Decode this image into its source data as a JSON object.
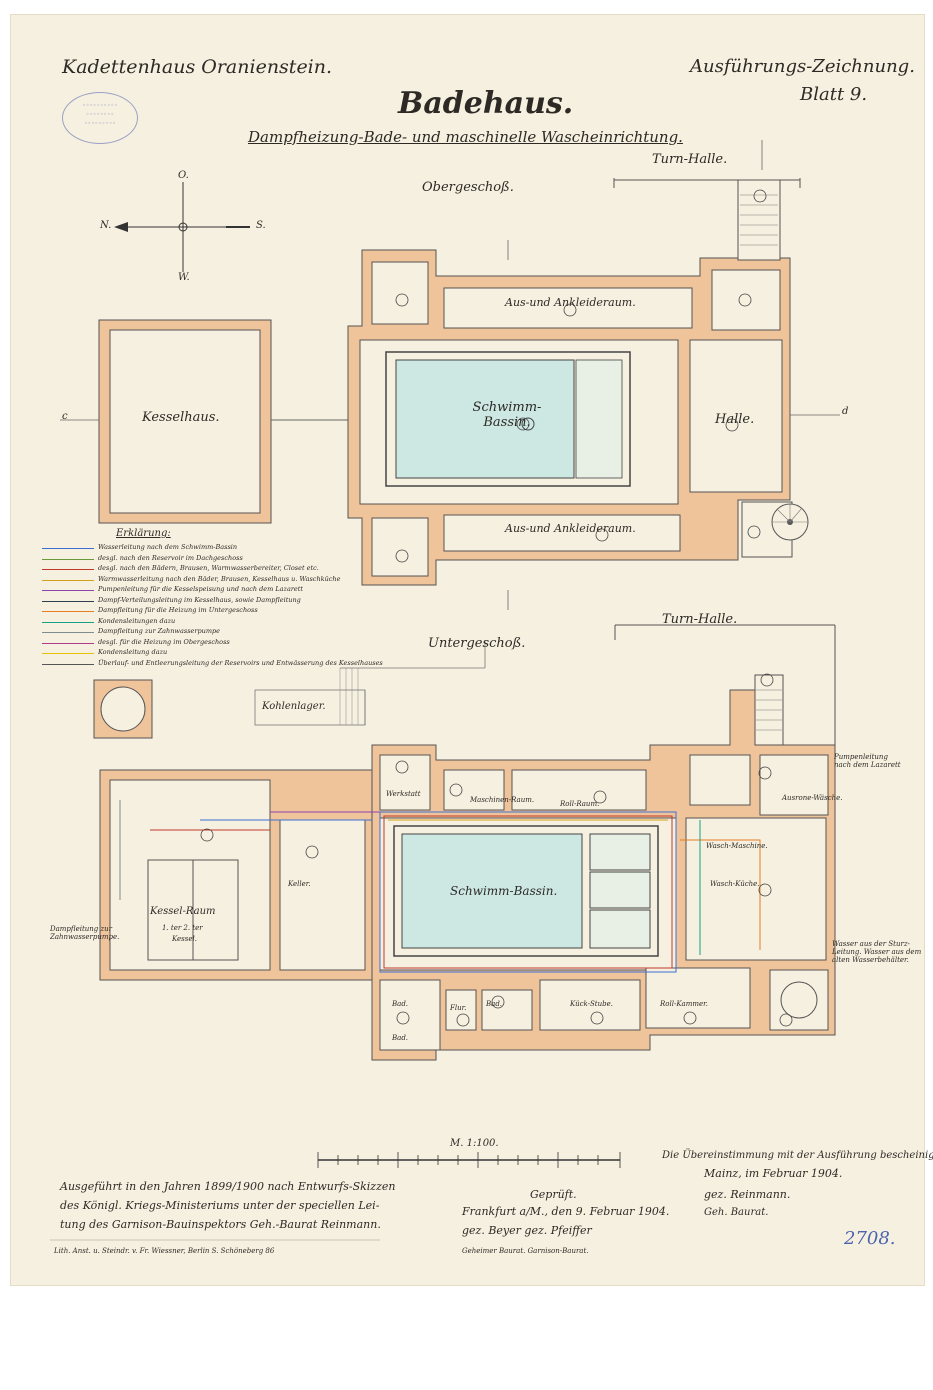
{
  "header": {
    "left_title": "Kadettenhaus Oranienstein.",
    "right_title": "Ausführungs-Zeichnung.",
    "sheet_no": "Blatt 9.",
    "main_title": "Badehaus.",
    "subtitle": "Dampfheizung-Bade- und maschinelle Wascheinrichtung."
  },
  "upper_floor": {
    "label": "Obergeschoß.",
    "gym_label": "Turn-Halle.",
    "rooms": {
      "kesselhaus": "Kesselhaus.",
      "pool": "Schwimm-Bassin.",
      "dressing_top": "Aus-und Ankleideraum.",
      "dressing_bottom": "Aus-und Ankleideraum.",
      "halle": "Halle."
    },
    "section_marks": {
      "c": "c",
      "d": "d"
    }
  },
  "compass": {
    "n": "N.",
    "s": "S.",
    "o": "O.",
    "w": "W."
  },
  "legend": {
    "title": "Erklärung:",
    "items": [
      {
        "text": "Wasserleitung nach dem Schwimm-Bassin",
        "color": "#3b6fd4"
      },
      {
        "text": "desgl. nach den Reservoir im Dachgeschoss",
        "color": "#6a9a3a"
      },
      {
        "text": "desgl. nach den Bädern, Brausen, Warmwasserbereiter, Closet etc.",
        "color": "#c0392b"
      },
      {
        "text": "Warmwasserleitung nach den Bäder, Brausen, Kesselhaus u. Waschküche",
        "color": "#d4a017"
      },
      {
        "text": "Pumpenleitung für die Kesselspeisung und nach dem Lazarett",
        "color": "#8e44ad"
      },
      {
        "text": "Dampf-Verteilungsleitung im Kesselhaus, sowie Dampfleitung",
        "color": "#2c3e50"
      },
      {
        "text": "Dampfleitung für die Heizung im Untergeschoss",
        "color": "#e67e22"
      },
      {
        "text": "Kondensleitungen dazu",
        "color": "#16a085"
      },
      {
        "text": "Dampfleitung zur Zahnwasserpumpe",
        "color": "#7f8c8d"
      },
      {
        "text": "desgl. für die Heizung im Obergeschoss",
        "color": "#b03a8a"
      },
      {
        "text": "Kondensleitung dazu",
        "color": "#e5c100"
      },
      {
        "text": "Überlauf- und Entleerungsleitung der Reservoirs und Entwässerung des Kesselhauses",
        "color": "#555555"
      }
    ]
  },
  "lower_floor": {
    "label": "Untergeschoß.",
    "gym_label": "Turn-Halle.",
    "coal_label": "Kohlenlager.",
    "rooms": {
      "werkstatt": "Werkstatt",
      "maschinen": "Maschinen-Raum.",
      "roll": "Roll-Raum.",
      "ausrone": "Ausrone-Wäsche.",
      "pool": "Schwimm-Bassin.",
      "keller": "Keller.",
      "kessel": "Kessel-Raum",
      "kessel_sub": "1. ter   2. ter",
      "kessel_word": "Kessel.",
      "waschkueche": "Wasch-Küche.",
      "wasch_maschine": "Wasch-Maschine.",
      "flur": "Flur.",
      "bad1": "Bad.",
      "bad2": "Bad.",
      "bad3": "Bad.",
      "kochstube": "Kück-Stube.",
      "rollkammer": "Roll-Kammer."
    },
    "side_notes": {
      "zahnwasser": "Dampfleitung zur Zahnwasserpumpe.",
      "pumpen": "Pumpenleitung nach dem Lazarett",
      "wasser": "Wasser aus der Sturz-Leitung. Wasser aus dem alten Wasserbehälter."
    }
  },
  "scale": {
    "label": "M. 1:100."
  },
  "footer_text": {
    "left": [
      "Ausgeführt in den Jahren 1899/1900 nach Entwurfs-Skizzen",
      "des Königl. Kriegs-Ministeriums unter der speciellen Lei-",
      "tung des Garnison-Bauinspektors Geh.-Baurat Reinmann."
    ],
    "center": [
      "Geprüft.",
      "Frankfurt a/M., den 9. Februar 1904.",
      "gez. Beyer    gez. Pfeiffer",
      "Geheimer Baurat.   Garnison-Baurat."
    ],
    "right": [
      "Die Übereinstimmung mit der Ausführung bescheinigt",
      "Mainz, im Februar 1904.",
      "gez. Reinmann.",
      "Geh. Baurat."
    ],
    "printer": "Lith. Anst. u. Steindr. v. Fr. Wiessner, Berlin S. Schöneberg 86",
    "archive_no": "2708."
  }
}
